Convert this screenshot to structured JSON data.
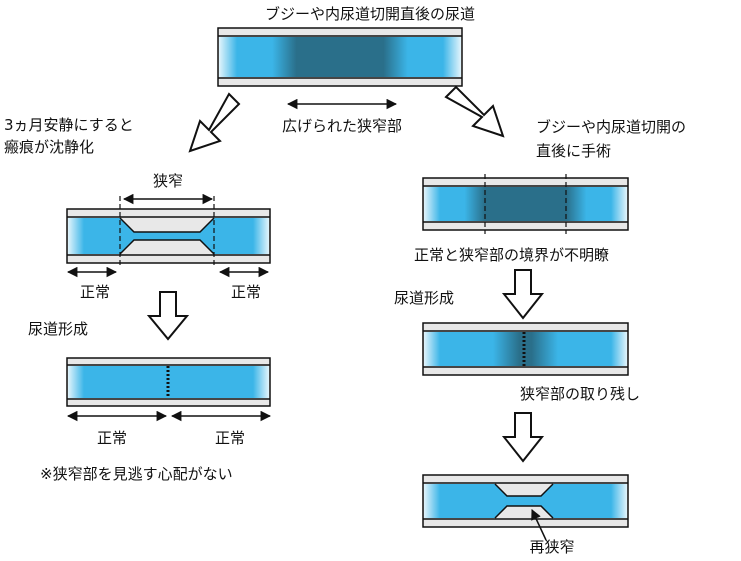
{
  "title": "ブジーや内尿道切開直後の尿道",
  "top_center_label": "広げられた狭窄部",
  "left_branch": {
    "condition_line1": "3ヵ月安静にすると",
    "condition_line2": "瘢痕が沈静化",
    "stenosis_label": "狭窄",
    "normal_left": "正常",
    "normal_right": "正常",
    "step_label": "尿道形成",
    "result_normal_left": "正常",
    "result_normal_right": "正常",
    "note": "※狭窄部を見逃す心配がない"
  },
  "right_branch": {
    "condition_line1": "ブジーや内尿道切開の",
    "condition_line2": "直後に手術",
    "boundary_note": "正常と狭窄部の境界が不明瞭",
    "step_label": "尿道形成",
    "residual_label": "狭窄部の取り残し",
    "restenosis_label": "再狭窄"
  },
  "colors": {
    "urethra_blue": "#3bb5e8",
    "stenosis_dark": "#2a6f8a",
    "wall_gray": "#d8d8d8",
    "outline": "#111111"
  }
}
